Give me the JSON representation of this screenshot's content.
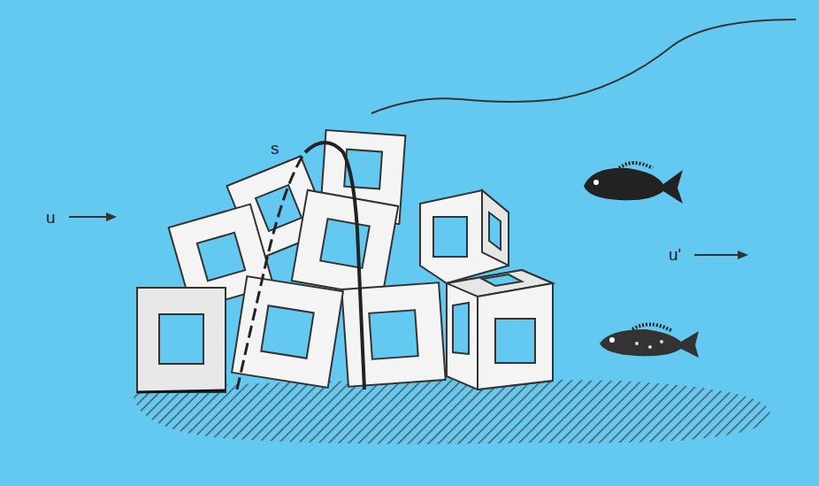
{
  "diagram": {
    "labels": [
      "s",
      "u",
      "u'"
    ]
  }
}
